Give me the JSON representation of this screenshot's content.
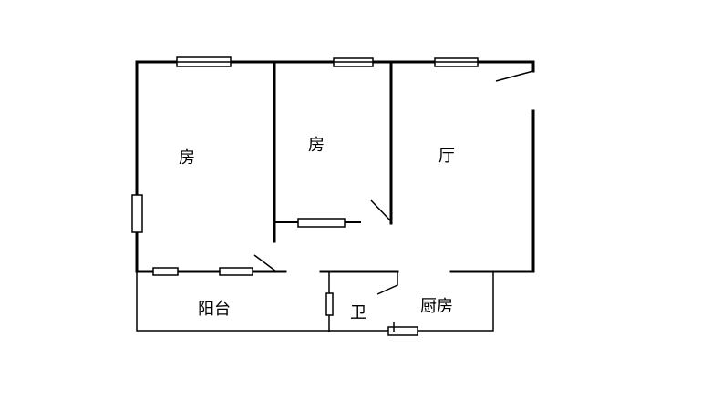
{
  "rooms": {
    "bedroom_large": "房",
    "bedroom_small": "房",
    "living_room": "厅",
    "balcony": "阳台",
    "bathroom": "卫",
    "kitchen": "厨房"
  }
}
